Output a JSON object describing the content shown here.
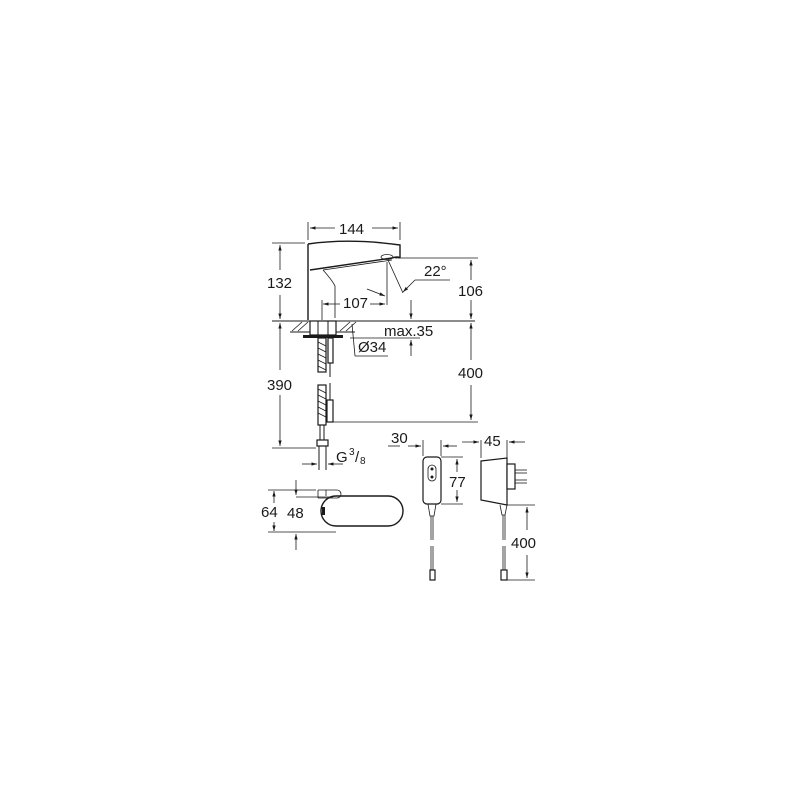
{
  "drawing": {
    "subject": "Electronic basin faucet technical dimension drawing",
    "views": {
      "faucet_side_view": {
        "dimensions": {
          "spout_projection": "144",
          "total_height": "132",
          "spout_outlet_height": "106",
          "spout_reach": "107",
          "spray_angle": "22°",
          "max_deck_thickness": "max.35",
          "mounting_hole_diameter": "Ø34",
          "hose_length_below_deck": "390",
          "sensor_cable_length": "400",
          "connection_thread_prefix": "G",
          "connection_thread_num": "3",
          "connection_thread_den": "8"
        }
      },
      "faucet_top_view": {
        "dimensions": {
          "overall_width": "64",
          "body_width": "48"
        }
      },
      "power_supply_front_view": {
        "dimensions": {
          "width": "30",
          "height": "77"
        }
      },
      "power_supply_side_view": {
        "dimensions": {
          "depth": "45",
          "cable_length": "400"
        }
      }
    }
  }
}
